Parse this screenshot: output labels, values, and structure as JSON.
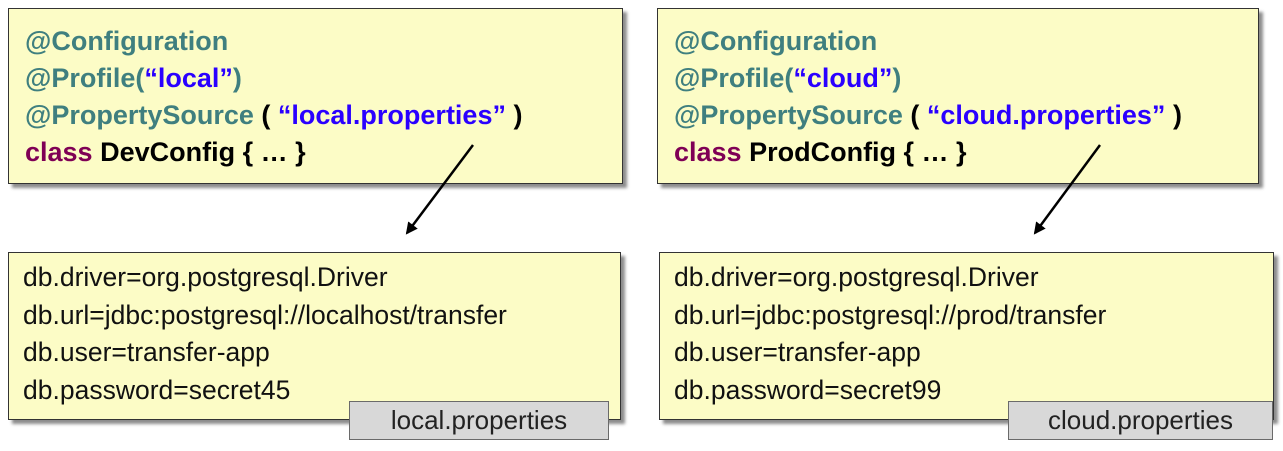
{
  "left": {
    "code": {
      "line1": "@Configuration",
      "line2_annot": "@Profile(",
      "line2_str": "“local”",
      "line2_close": ")",
      "line3_annot": "@PropertySource",
      "line3_open": " ( ",
      "line3_str": "“local.properties”",
      "line3_close": " )",
      "line4_kw": "class",
      "line4_rest": " DevConfig { … }"
    },
    "properties": [
      "db.driver=org.postgresql.Driver",
      "db.url=jdbc:postgresql://localhost/transfer",
      "db.user=transfer-app",
      "db.password=secret45"
    ],
    "file_label": "local.properties"
  },
  "right": {
    "code": {
      "line1": "@Configuration",
      "line2_annot": "@Profile(",
      "line2_str": "“cloud”",
      "line2_close": ")",
      "line3_annot": "@PropertySource",
      "line3_open": " ( ",
      "line3_str": "“cloud.properties”",
      "line3_close": " )",
      "line4_kw": "class",
      "line4_rest": " ProdConfig { … }"
    },
    "properties": [
      "db.driver=org.postgresql.Driver",
      "db.url=jdbc:postgresql://prod/transfer",
      "db.user=transfer-app",
      "db.password=secret99"
    ],
    "file_label": "cloud.properties"
  },
  "colors": {
    "box_fill": "#fcfcc6",
    "annotation": "#3f7f7f",
    "string": "#2a00ff",
    "keyword": "#7f0055",
    "tag_fill": "#d8d8d8"
  }
}
